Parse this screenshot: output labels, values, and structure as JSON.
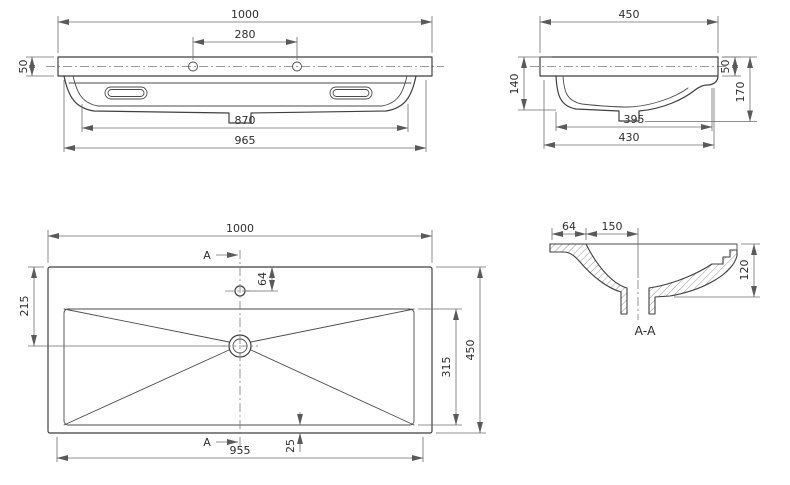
{
  "page": {
    "background": "#ffffff"
  },
  "views": {
    "front": {
      "dims": {
        "overall_width": "1000",
        "hole_spacing": "280",
        "rim_height": "50",
        "bowl_width": "870",
        "body_width": "965"
      }
    },
    "side": {
      "dims": {
        "overall_depth": "450",
        "rim_height": "50",
        "back_height": "140",
        "overall_height": "170",
        "bowl_depth": "395",
        "body_depth": "430"
      }
    },
    "plan": {
      "dims": {
        "overall_width": "1000",
        "overall_depth": "450",
        "tap_hole_offset": "64",
        "drain_offset": "215",
        "bowl_depth": "315",
        "bowl_width": "955",
        "front_gap": "25"
      },
      "section_marker_top": "A",
      "section_marker_bottom": "A"
    },
    "section": {
      "title": "A-A",
      "dims": {
        "back_ledge": "64",
        "drain_offset": "150",
        "height": "120"
      }
    }
  },
  "colors": {
    "object_line": "#3f3f3f",
    "dimension_line": "#6e6e6e",
    "text": "#2e2e2e"
  }
}
